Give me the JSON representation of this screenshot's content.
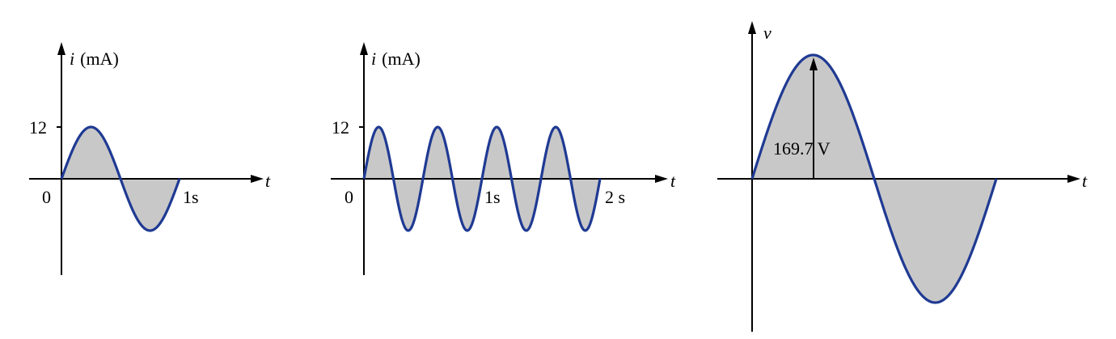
{
  "colors": {
    "wave": "#1f3a93",
    "fill": "#c8c8c8",
    "axis": "#000000"
  },
  "chart_data": [
    {
      "type": "line",
      "y_axis_symbol": "i",
      "y_axis_unit": "(mA)",
      "x_axis_symbol": "t",
      "amplitude": 12,
      "amplitude_label": "12",
      "origin_label": "0",
      "cycles": 1,
      "time_span": 1,
      "x_tick_labels": [
        "1s"
      ],
      "grid": false
    },
    {
      "type": "line",
      "y_axis_symbol": "i",
      "y_axis_unit": "(mA)",
      "x_axis_symbol": "t",
      "amplitude": 12,
      "amplitude_label": "12",
      "origin_label": "0",
      "cycles": 4,
      "time_span": 2,
      "x_tick_labels": [
        "1s",
        "2 s"
      ],
      "grid": false
    },
    {
      "type": "line",
      "y_axis_symbol": "v",
      "x_axis_symbol": "t",
      "amplitude": 169.7,
      "peak_label": "169.7 V",
      "cycles": 1,
      "grid": false
    }
  ]
}
